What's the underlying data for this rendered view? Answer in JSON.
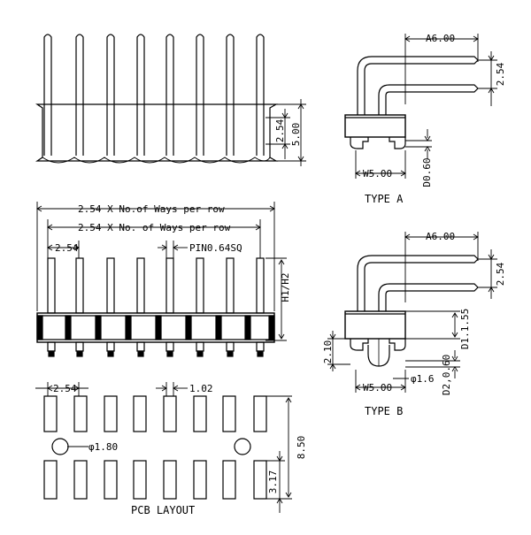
{
  "labels": {
    "top_height_small": "2.54",
    "top_height_large": "5.00",
    "overall_width": "2.54 X No.of Ways per row",
    "row_width": "2.54 X No. of Ways per row",
    "pitch_front": "2.54",
    "pin_size": "PIN0.64SQ",
    "h1h2": "H1/H2",
    "pcb_pitch": "2.54",
    "pcb_hole_width": "1.02",
    "pcb_locator": "φ1.80",
    "pcb_height": "8.50",
    "pcb_row_gap": "3.17",
    "pcb_caption": "PCB LAYOUT",
    "a_top": "A6.00",
    "a_pitch": "2.54",
    "a_width": "W5.00",
    "a_d": "D0.60",
    "a_caption": "TYPE A",
    "b_top": "A6.00",
    "b_pitch": "2.54",
    "b_d1": "D1.1.55",
    "b_left": "2.10",
    "b_hole": "φ1.6",
    "b_width": "W5.00",
    "b_d2": "D2,0.60",
    "b_caption": "TYPE B"
  }
}
